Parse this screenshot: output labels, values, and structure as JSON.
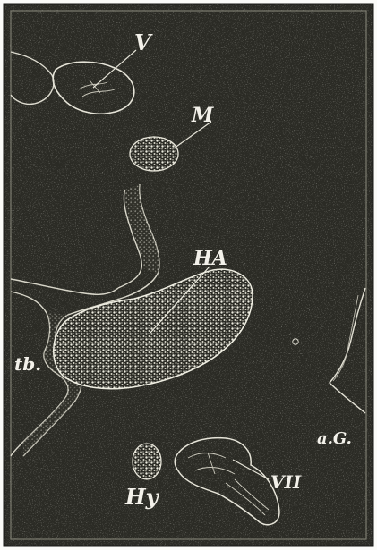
{
  "figure": {
    "labels": {
      "v": "V",
      "m": "M",
      "ha": "HA",
      "tb": "tb.",
      "ag": "a.G.",
      "hy": "Hy",
      "vii": "VII"
    }
  }
}
